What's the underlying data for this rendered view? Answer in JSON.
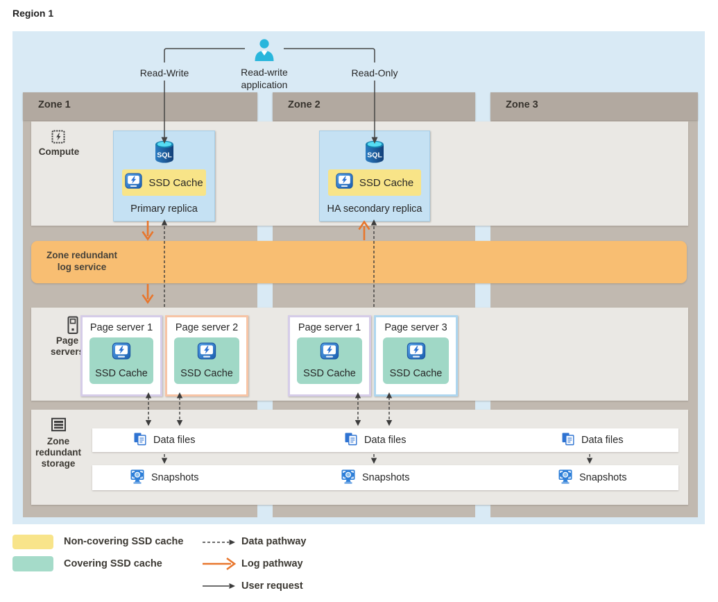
{
  "title": {
    "region": "Region 1"
  },
  "app": {
    "name": "Read-write\napplication",
    "read_write": "Read-Write",
    "read_only": "Read-Only"
  },
  "zones": {
    "zone1": "Zone 1",
    "zone2": "Zone 2",
    "zone3": "Zone 3"
  },
  "gutter": {
    "compute": "Compute",
    "page_servers": "Page\nservers",
    "storage": "Zone\nredundant\nstorage"
  },
  "log_band": {
    "label": "Zone redundant\nlog service"
  },
  "compute": {
    "primary": {
      "db": "SQL",
      "cache": "SSD Cache",
      "name": "Primary replica"
    },
    "secondary": {
      "db": "SQL",
      "cache": "SSD Cache",
      "name": "HA secondary replica"
    }
  },
  "page_servers": {
    "z1a": {
      "name": "Page server 1",
      "cache": "SSD Cache"
    },
    "z1b": {
      "name": "Page server 2",
      "cache": "SSD Cache"
    },
    "z2a": {
      "name": "Page server 1",
      "cache": "SSD Cache"
    },
    "z2b": {
      "name": "Page server 3",
      "cache": "SSD Cache"
    }
  },
  "storage": {
    "data_files": "Data files",
    "snapshots": "Snapshots"
  },
  "legend": {
    "non_covering": "Non-covering SSD cache",
    "covering": "Covering SSD cache",
    "data_pathway": "Data pathway",
    "log_pathway": "Log pathway",
    "user_request": "User request"
  },
  "colors": {
    "region_bg": "#d9eaf5",
    "zone_header": "#b2a9a0",
    "zone_body": "#c1b9b0",
    "band_bg": "#eae8e4",
    "log_orange": "#f8be72",
    "replica_blue": "#c5e1f3",
    "non_covering_yellow": "#f8e488",
    "covering_teal": "#a0d8c6",
    "ps_border_lavender": "#d5cce8",
    "ps_border_peach": "#f7c4a5",
    "ps_border_blue": "#aed6ef",
    "arrow_orange": "#e8762c",
    "arrow_dark": "#3c3c3c",
    "icon_blue": "#2e73d2",
    "person_cyan": "#29b6dc"
  }
}
